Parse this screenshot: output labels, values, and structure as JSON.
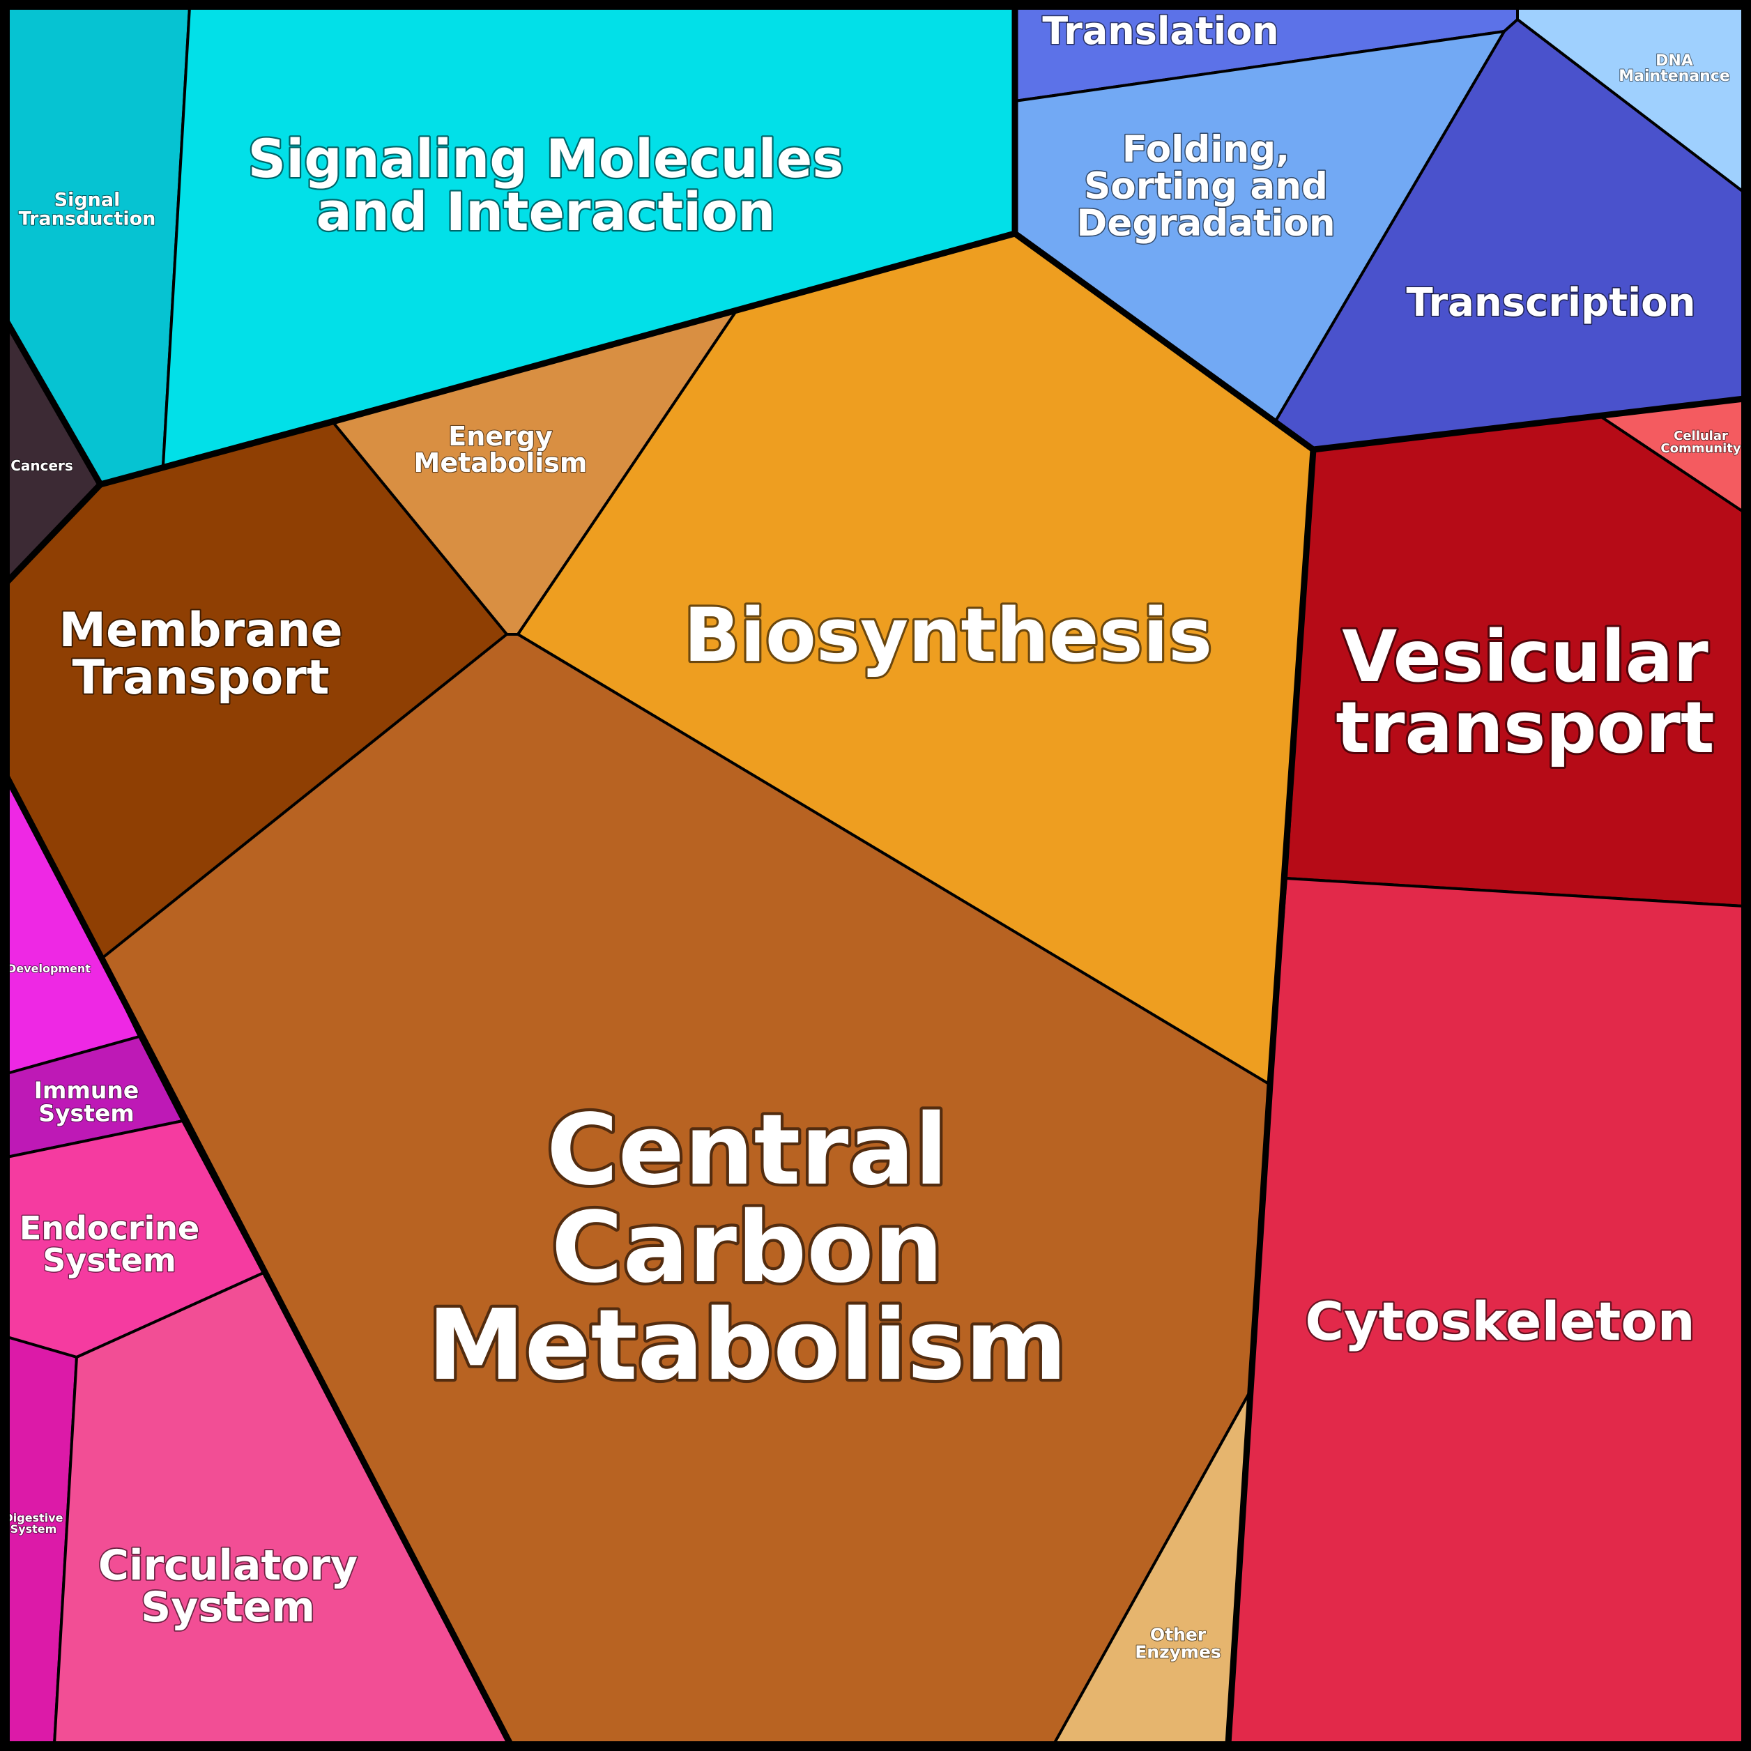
{
  "cells": [
    {
      "id": "signal-transduction",
      "lines": [
        "Signal",
        "Transduction"
      ],
      "color": "#06c3d2"
    },
    {
      "id": "signaling-molecules",
      "lines": [
        "Signaling Molecules",
        "and Interaction"
      ],
      "color": "#02e0e8"
    },
    {
      "id": "cancers",
      "lines": [
        "Cancers"
      ],
      "color": "#3c2a34"
    },
    {
      "id": "translation",
      "lines": [
        "Translation"
      ],
      "color": "#5c72e8"
    },
    {
      "id": "folding",
      "lines": [
        "Folding,",
        "Sorting and",
        "Degradation"
      ],
      "color": "#72a9f4"
    },
    {
      "id": "dna-maintenance",
      "lines": [
        "DNA",
        "Maintenance"
      ],
      "color": "#9fd0fe"
    },
    {
      "id": "transcription",
      "lines": [
        "Transcription"
      ],
      "color": "#4a52cc"
    },
    {
      "id": "energy-metabolism",
      "lines": [
        "Energy",
        "Metabolism"
      ],
      "color": "#d98f42"
    },
    {
      "id": "biosynthesis",
      "lines": [
        "Biosynthesis"
      ],
      "color": "#ee9e20"
    },
    {
      "id": "membrane-transport",
      "lines": [
        "Membrane",
        "Transport"
      ],
      "color": "#8f3f03"
    },
    {
      "id": "central-carbon",
      "lines": [
        "Central",
        "Carbon",
        "Metabolism"
      ],
      "color": "#b86322"
    },
    {
      "id": "other-enzymes",
      "lines": [
        "Other",
        "Enzymes"
      ],
      "color": "#e6b56e"
    },
    {
      "id": "cellular-community",
      "lines": [
        "Cellular",
        "Community"
      ],
      "color": "#f45b60"
    },
    {
      "id": "vesicular-transport",
      "lines": [
        "Vesicular",
        "transport"
      ],
      "color": "#b60b17"
    },
    {
      "id": "cytoskeleton",
      "lines": [
        "Cytoskeleton"
      ],
      "color": "#e2294a"
    },
    {
      "id": "development",
      "lines": [
        "Development"
      ],
      "color": "#ee28e4"
    },
    {
      "id": "immune-system",
      "lines": [
        "Immune",
        "System"
      ],
      "color": "#be19b6"
    },
    {
      "id": "endocrine-system",
      "lines": [
        "Endocrine",
        "System"
      ],
      "color": "#f53ba0"
    },
    {
      "id": "digestive-system",
      "lines": [
        "Digestive",
        "System"
      ],
      "color": "#dc1aa8"
    },
    {
      "id": "circulatory-system",
      "lines": [
        "Circulatory",
        "System"
      ],
      "color": "#f24e95"
    }
  ]
}
